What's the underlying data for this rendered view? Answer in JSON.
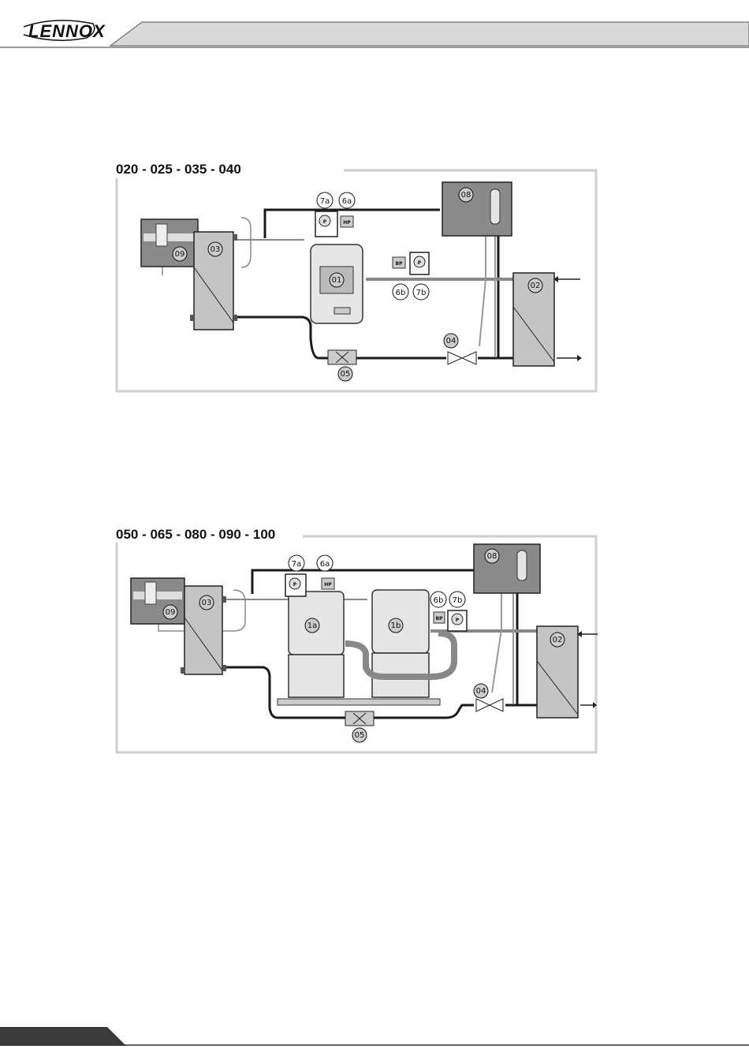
{
  "header": {
    "brand": "LENNOX"
  },
  "diagrams": [
    {
      "title": "020 - 025 - 035 - 040",
      "components": {
        "compressor": "01",
        "evaporator": "02",
        "condenser": "03",
        "expansion_valve": "04",
        "filter_drier": "05",
        "hp_switch": "6a",
        "lp_switch": "6b",
        "hp_transducer": "7a",
        "lp_transducer": "7b",
        "bulb_box": "08",
        "valve_box": "09",
        "hp_badge": "HP",
        "bp_badge": "BP",
        "transducer_symbol": "P"
      }
    },
    {
      "title": "050 - 065 - 080 - 090 - 100",
      "components": {
        "compressor_a": "1a",
        "compressor_b": "1b",
        "evaporator": "02",
        "condenser": "03",
        "expansion_valve": "04",
        "filter_drier": "05",
        "hp_switch": "6a",
        "lp_switch": "6b",
        "hp_transducer": "7a",
        "lp_transducer": "7b",
        "bulb_box": "08",
        "valve_box": "09",
        "hp_badge": "HP",
        "bp_badge": "BP",
        "transducer_symbol": "P"
      }
    }
  ],
  "colors": {
    "header_gray": "#d9d9d9",
    "box_dark_gray": "#8a8a8a",
    "exchanger_gray": "#c4c4c4",
    "pipe_black": "#1a1a1a",
    "frame_gray": "#cfcfcf"
  }
}
